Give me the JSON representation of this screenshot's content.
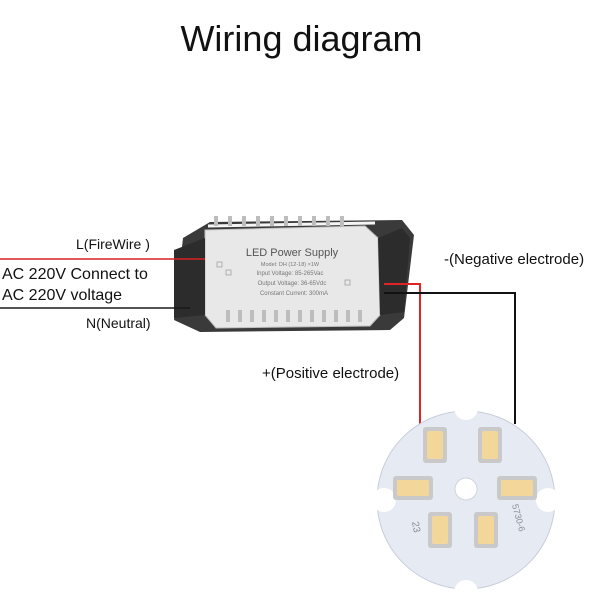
{
  "title": "Wiring diagram",
  "labels": {
    "live": "L(FireWire )",
    "ac_line1": "AC 220V  Connect to",
    "ac_line2": "AC 220V voltage",
    "neutral": "N(Neutral)",
    "negative": "-(Negative electrode)",
    "positive": "+(Positive electrode)"
  },
  "power_supply": {
    "heading": "LED Power Supply",
    "model": "Model: DH (12-18) ×1W",
    "input": "Input Voltage: 85-265Vac",
    "output": "Output Voltage: 36-65Vdc",
    "current": "Constant Current: 300mA"
  },
  "led_board": {
    "marking_left": "23",
    "marking_right": "5730-6"
  },
  "colors": {
    "live_wire": "#d92020",
    "neutral_wire": "#1a1a1a",
    "positive_wire": "#e02424",
    "negative_wire": "#111111",
    "board": "#e6eaf2",
    "led": "#f3d79a"
  }
}
